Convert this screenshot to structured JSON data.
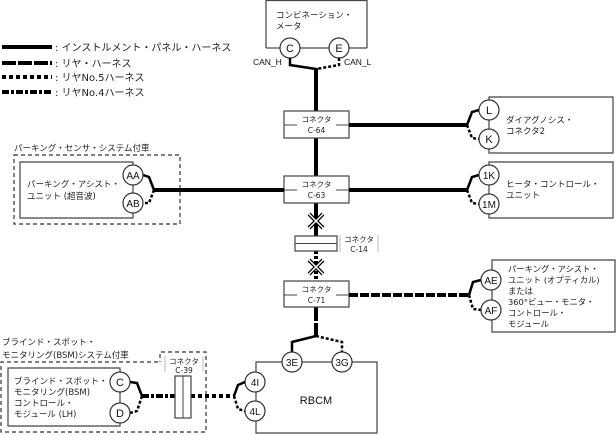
{
  "legend": [
    {
      "style": "solid",
      "label": ": インストルメント・パネル・ハーネス"
    },
    {
      "style": "dash",
      "label": ": リヤ・ハーネス"
    },
    {
      "style": "dot",
      "label": ": リヤNo.5ハーネス"
    },
    {
      "style": "dashdot",
      "label": ": リヤNo.4ハーネス"
    }
  ],
  "combination_meter": {
    "name_lines": [
      "コンビネーション・",
      "メータ"
    ],
    "pins": [
      "C",
      "E"
    ],
    "signals": [
      "CAN_H",
      "CAN_L"
    ]
  },
  "connectors": {
    "c64": {
      "label": "コネクタ",
      "id": "C-64"
    },
    "c63": {
      "label": "コネクタ",
      "id": "C-63"
    },
    "c14": {
      "label": "コネクタ",
      "id": "C-14"
    },
    "c71": {
      "label": "コネクタ",
      "id": "C-71"
    },
    "c39": {
      "label": "コネクタ",
      "id": "C-39"
    }
  },
  "diagnosis_connector": {
    "name_lines": [
      "ダイアグノシス・",
      "コネクタ2"
    ],
    "pins": [
      "L",
      "K"
    ]
  },
  "heater_control": {
    "name_lines": [
      "ヒータ・コントロール・",
      "ユニット"
    ],
    "pins": [
      "1K",
      "1M"
    ]
  },
  "parking_assist_optical": {
    "name_lines": [
      "パーキング・アシスト・",
      "ユニット (オプティカル)",
      "または",
      "360°ビュー・モニタ・",
      "コントロール・",
      "モジュール"
    ],
    "pins": [
      "AE",
      "AF"
    ]
  },
  "parking_sensor_system": {
    "group_label": "パーキング・センサ・システム付車",
    "name_lines": [
      "パーキング・アシスト・",
      "ユニット (超音波)"
    ],
    "pins": [
      "AA",
      "AB"
    ]
  },
  "bsm_system": {
    "group_label_lines": [
      "ブラインド・スポット・",
      "モニタリング(BSM)システム付車"
    ],
    "name_lines": [
      "ブラインド・スポット・",
      "モニタリング(BSM)",
      "コントロール・",
      "モジュール (LH)"
    ],
    "pins": [
      "C",
      "D"
    ]
  },
  "rbcm": {
    "name": "RBCM",
    "pins_top": [
      "3E",
      "3G"
    ],
    "pins_left": [
      "4I",
      "4L"
    ]
  }
}
